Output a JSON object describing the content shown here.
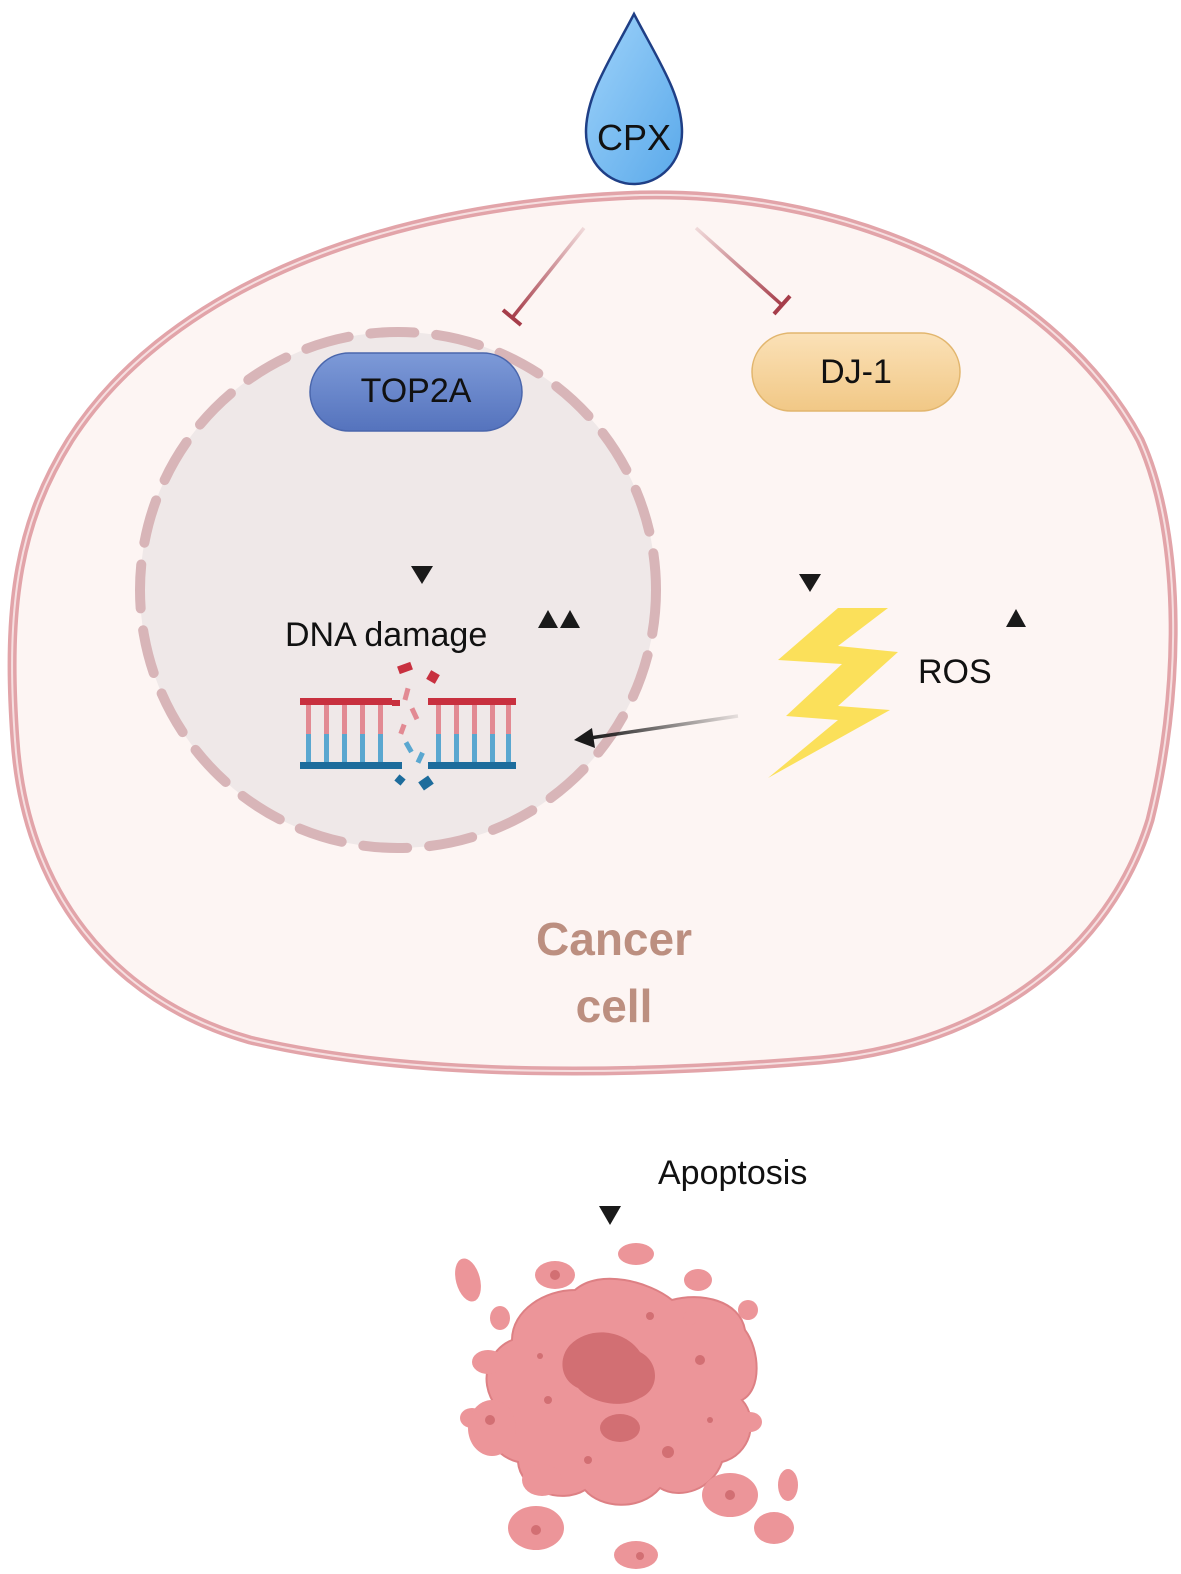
{
  "labels": {
    "drug": "CPX",
    "top2a": "TOP2A",
    "dj1": "DJ-1",
    "dna_damage": "DNA damage",
    "ros": "ROS",
    "cell_line1": "Cancer",
    "cell_line2": "cell",
    "apoptosis": "Apoptosis"
  },
  "colors": {
    "drop_fill": "#7cc0f2",
    "drop_stroke": "#1f3f86",
    "membrane": "#e2a4a9",
    "cytoplasm": "#fdf5f3",
    "nucleus": "#efe8e8",
    "nucleus_border": "#d8b5b8",
    "inhibit": "#a63d4a",
    "arrow": "#1a1a1a",
    "top2a_pill": "#5f80c8",
    "dj1_pill": "#f5d39c",
    "bolt": "#fbe05a",
    "dna_red": "#c8303f",
    "dna_blue": "#1d6c9c",
    "cell_text": "#bc8f80",
    "apoptotic_fill": "#ec9599",
    "apoptotic_dark": "#d26f73"
  },
  "icons": [
    "drop-icon",
    "lightning-bolt-icon",
    "dna-strand-break-icon",
    "apoptotic-cell-icon"
  ]
}
